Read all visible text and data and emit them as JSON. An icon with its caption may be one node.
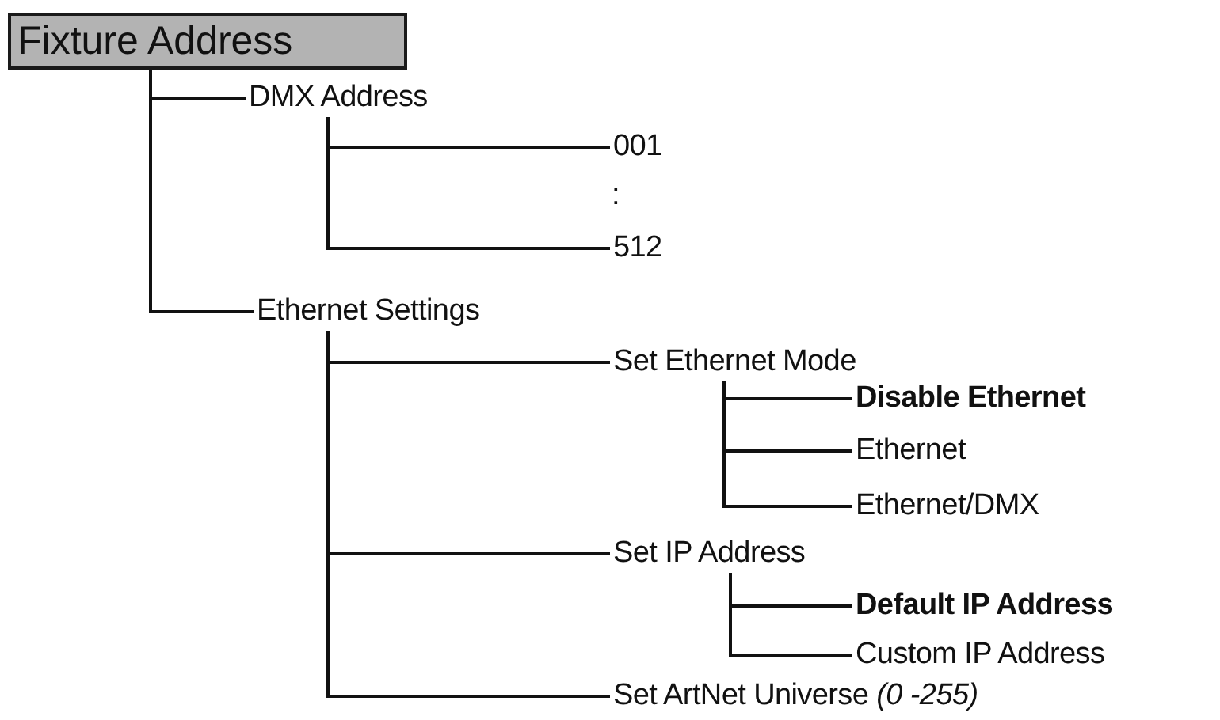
{
  "diagram": {
    "nodes": [
      {
        "text": [
          "Fixture Address"
        ]
      },
      {
        "text": [
          "DMX Address"
        ]
      },
      {
        "text": [
          "001"
        ]
      },
      {
        "text": [
          "512"
        ]
      },
      {
        "text": [
          "Ethernet Settings"
        ]
      },
      {
        "text": [
          "Set Ethernet Mode"
        ]
      },
      {
        "text": [
          "Disable Ethernet"
        ]
      },
      {
        "text": [
          "Ethernet"
        ]
      },
      {
        "text": [
          "Ethernet/DMX"
        ]
      },
      {
        "text": [
          "Set IP Address"
        ]
      },
      {
        "text": [
          "Default IP Address"
        ]
      },
      {
        "text": [
          "Custom IP Address"
        ]
      },
      {
        "text": [
          "Set ArtNet Universe *(0 -255)*"
        ]
      }
    ],
    "edges": [
      {
        "from": 0,
        "to": 1,
        "arrow": "none"
      },
      {
        "from": 0,
        "to": 4,
        "arrow": "none"
      },
      {
        "from": 1,
        "to": 2,
        "arrow": "none"
      },
      {
        "from": 1,
        "to": 3,
        "arrow": "none"
      },
      {
        "from": 4,
        "to": 5,
        "arrow": "none"
      },
      {
        "from": 4,
        "to": 9,
        "arrow": "none"
      },
      {
        "from": 4,
        "to": 12,
        "arrow": "none"
      },
      {
        "from": 5,
        "to": 6,
        "arrow": "none"
      },
      {
        "from": 5,
        "to": 7,
        "arrow": "none"
      },
      {
        "from": 5,
        "to": 8,
        "arrow": "none"
      },
      {
        "from": 9,
        "to": 10,
        "arrow": "none"
      },
      {
        "from": 9,
        "to": 11,
        "arrow": "none"
      }
    ],
    "labels": [
      ":"
    ]
  }
}
